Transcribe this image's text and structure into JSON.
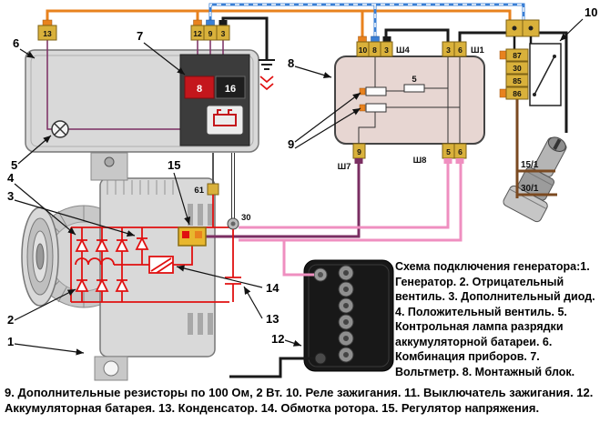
{
  "colors": {
    "wire_orange": "#e8821e",
    "wire_blue_white": "#3a7fd5",
    "wire_black": "#1a1a1a",
    "wire_purple": "#7a2e62",
    "wire_pink": "#ef8fc0",
    "wire_brown": "#7b4a21",
    "connector_yellow": "#d9b13b",
    "schematic_red": "#e01010",
    "indicator_red": "#c4161c",
    "battery_black": "#181818"
  },
  "cluster": {
    "connector_label": "13",
    "pin_12": "12",
    "pin_9": "9",
    "pin_3": "3",
    "indicator_left": "8",
    "indicator_right": "16"
  },
  "mounting_block": {
    "sh4_label": "Ш4",
    "sh4_pin_10": "10",
    "sh4_pin_8": "8",
    "sh4_pin_3": "3",
    "sh1_label": "Ш1",
    "sh1_pin_3": "3",
    "sh1_pin_6": "6",
    "sh7_label": "Ш7",
    "sh7_pin_9": "9",
    "sh8_label": "Ш8",
    "sh8_pin_5": "5",
    "sh8_pin_6": "6",
    "resistor_label": "5"
  },
  "ignition_relay": {
    "pin_87": "87",
    "pin_30": "30",
    "pin_85": "85",
    "pin_86": "86"
  },
  "generator": {
    "terminal_61": "61",
    "terminal_30": "30"
  },
  "ignition_switch": {
    "wire_15_1": "15/1",
    "wire_30_1": "30/1"
  },
  "callouts": {
    "n1": "1",
    "n2": "2",
    "n3": "3",
    "n4": "4",
    "n5": "5",
    "n6": "6",
    "n7": "7",
    "n8": "8",
    "n9": "9",
    "n10": "10",
    "n12": "12",
    "n13": "13",
    "n14": "14",
    "n15": "15"
  },
  "legend": {
    "right": "Схема подключения генератора:1. Генератор. 2. Отрицательный вентиль. 3. Дополнительный диод. 4. Положительный вентиль. 5. Контрольная лампа разрядки аккумуляторной батареи. 6. Комбинация приборов. 7. Вольтметр. 8. Монтажный блок.",
    "bottom": "9. Дополнительные резисторы по 100 Ом, 2 Вт. 10. Реле зажигания. 11. Выключатель зажигания. 12. Аккумуляторная батарея. 13. Конденсатор. 14. Обмотка ротора. 15. Регулятор напряжения."
  }
}
